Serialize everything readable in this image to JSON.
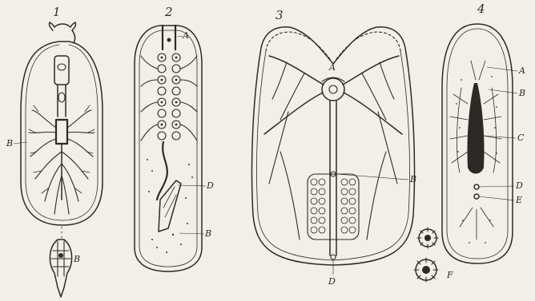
{
  "figures": [
    {
      "number": "1",
      "labels": {
        "b_side": "B",
        "b_detail": "B"
      }
    },
    {
      "number": "2",
      "labels": {
        "a": "A",
        "d": "D",
        "b": "B"
      }
    },
    {
      "number": "3",
      "labels": {
        "a": "A",
        "b": "B",
        "d": "D"
      }
    },
    {
      "number": "4",
      "labels": {
        "a": "A",
        "b": "B",
        "c": "C",
        "d": "D",
        "e": "E",
        "f": "F"
      }
    }
  ]
}
